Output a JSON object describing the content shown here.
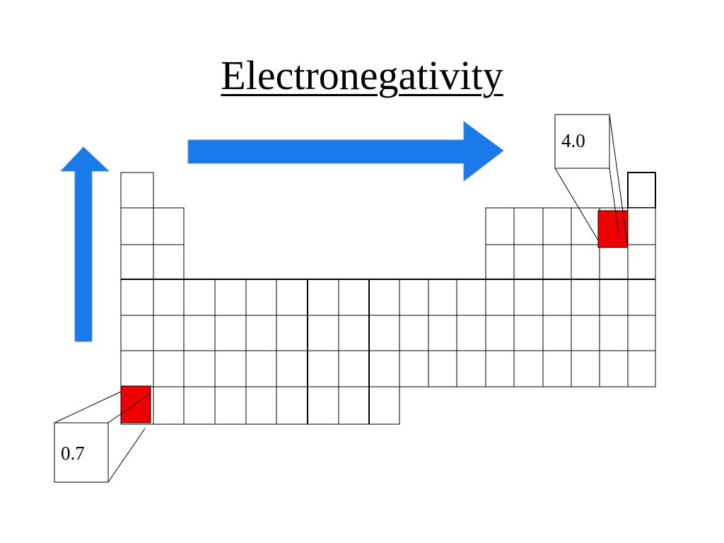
{
  "title": "Electronegativity",
  "callouts": {
    "high": "4.0",
    "low": "0.7"
  },
  "colors": {
    "arrow": "#1a7aea",
    "highlight": "#ee0000",
    "grid": "#000000"
  },
  "icons": {
    "up_arrow": "up-arrow-icon",
    "right_arrow": "right-arrow-icon"
  }
}
